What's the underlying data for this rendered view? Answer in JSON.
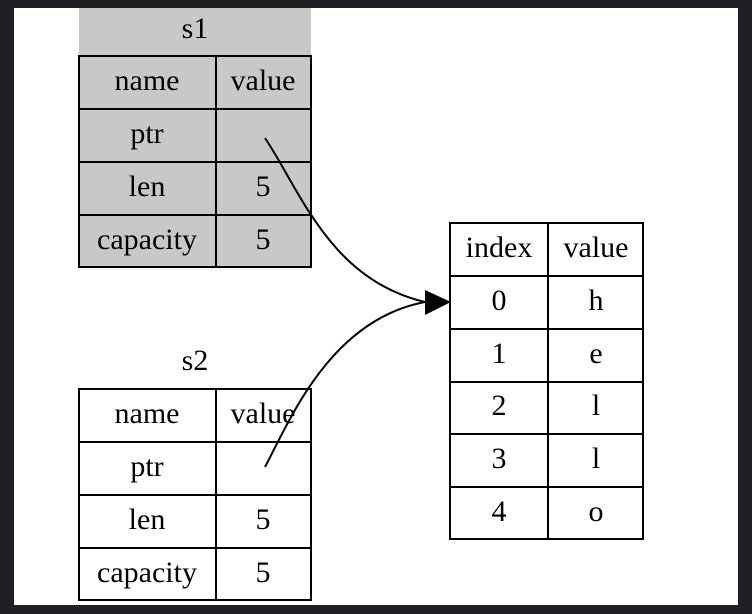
{
  "s1": {
    "title": "s1",
    "header": [
      "name",
      "value"
    ],
    "rows": [
      [
        "ptr",
        ""
      ],
      [
        "len",
        "5"
      ],
      [
        "capacity",
        "5"
      ]
    ]
  },
  "s2": {
    "title": "s2",
    "header": [
      "name",
      "value"
    ],
    "rows": [
      [
        "ptr",
        ""
      ],
      [
        "len",
        "5"
      ],
      [
        "capacity",
        "5"
      ]
    ]
  },
  "heap": {
    "header": [
      "index",
      "value"
    ],
    "rows": [
      [
        "0",
        "h"
      ],
      [
        "1",
        "e"
      ],
      [
        "2",
        "l"
      ],
      [
        "3",
        "l"
      ],
      [
        "4",
        "o"
      ]
    ]
  },
  "colors": {
    "shaded_table": "#c8c8c8",
    "background": "#ffffff",
    "frame": "#1e2026"
  }
}
